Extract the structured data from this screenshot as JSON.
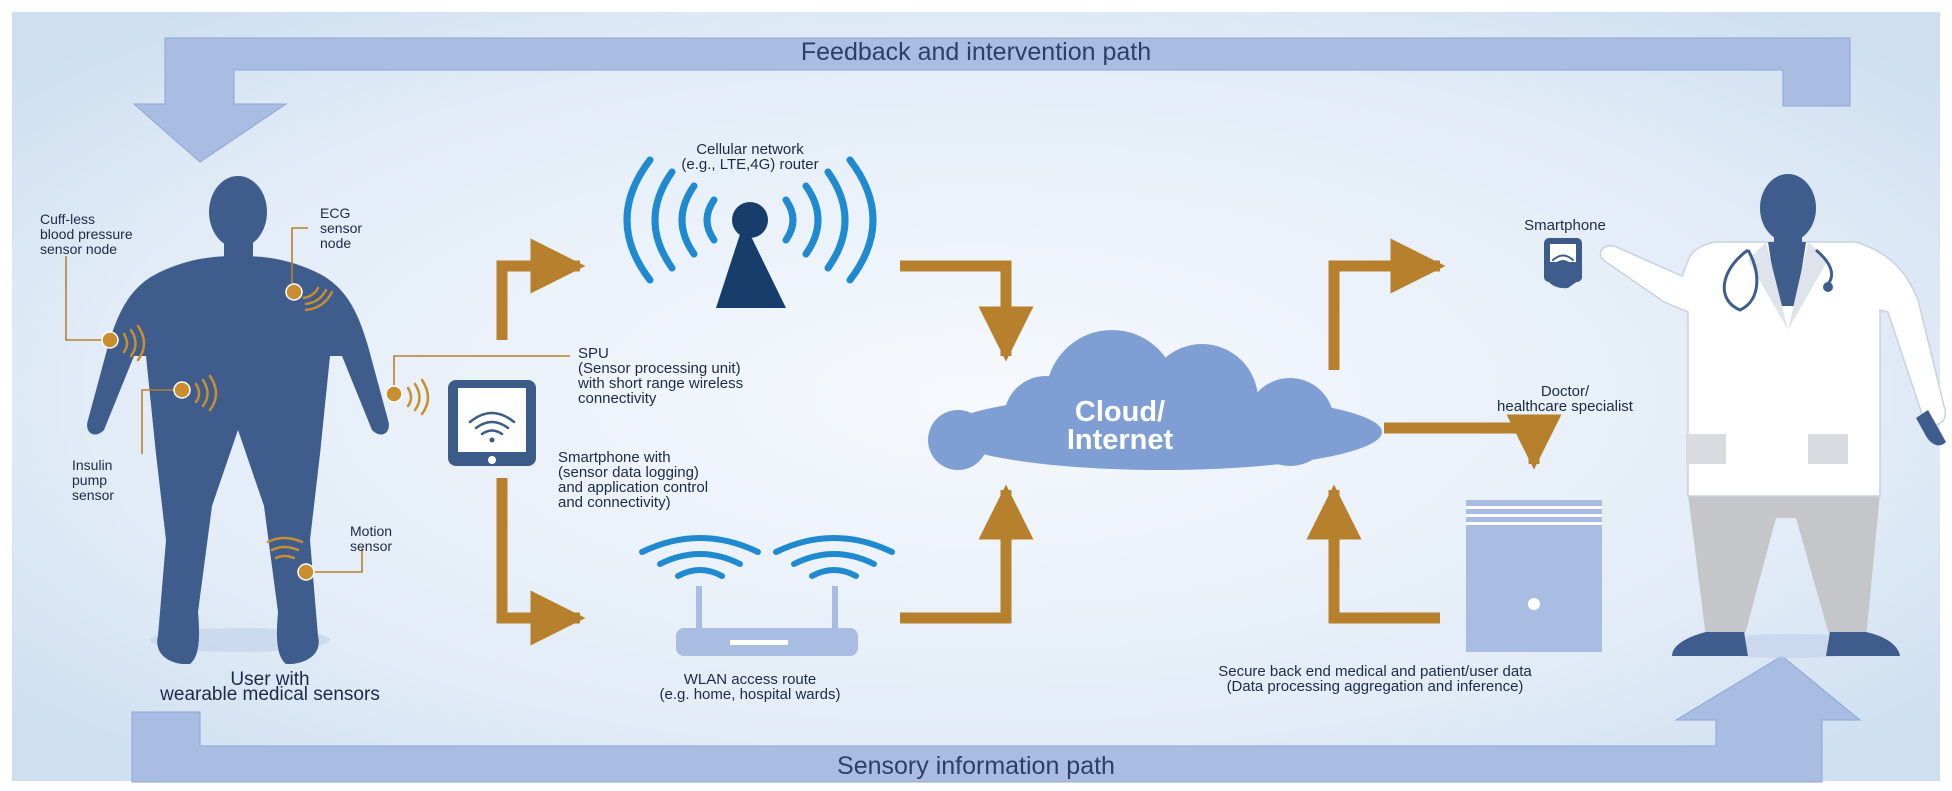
{
  "paths": {
    "feedback": "Feedback and intervention path",
    "sensory": "Sensory information path"
  },
  "user": {
    "caption": "User with\nwearable medical sensors",
    "sensors": {
      "cuffless": "Cuff-less\nblood pressure\nsensor node",
      "ecg": "ECG\nsensor\nnode",
      "insulin": "Insulin\npump\nsensor",
      "motion": "Motion\nsensor"
    }
  },
  "spu": "SPU\n(Sensor processing unit)\nwith short range wireless\nconnectivity",
  "smartphone_user": "Smartphone  with\n(sensor data logging)\nand application control\nand connectivity)",
  "cellular": "Cellular network\n(e.g., LTE,4G) router",
  "wlan": "WLAN access route\n(e.g. home, hospital wards)",
  "cloud": "Cloud/\nInternet",
  "smartphone_doctor": "Smartphone",
  "doctor": "Doctor/\nhealthcare specialist",
  "backend": "Secure back end medical and patient/user data\n(Data processing aggregation and inference)",
  "colors": {
    "arrow": "#b7802d",
    "frame_arrow": "#a9bde2",
    "figure": "#3f5d8c",
    "cloud": "#7f9fd4",
    "tower": "#173e6b",
    "wifi": "#1f8ad0"
  }
}
